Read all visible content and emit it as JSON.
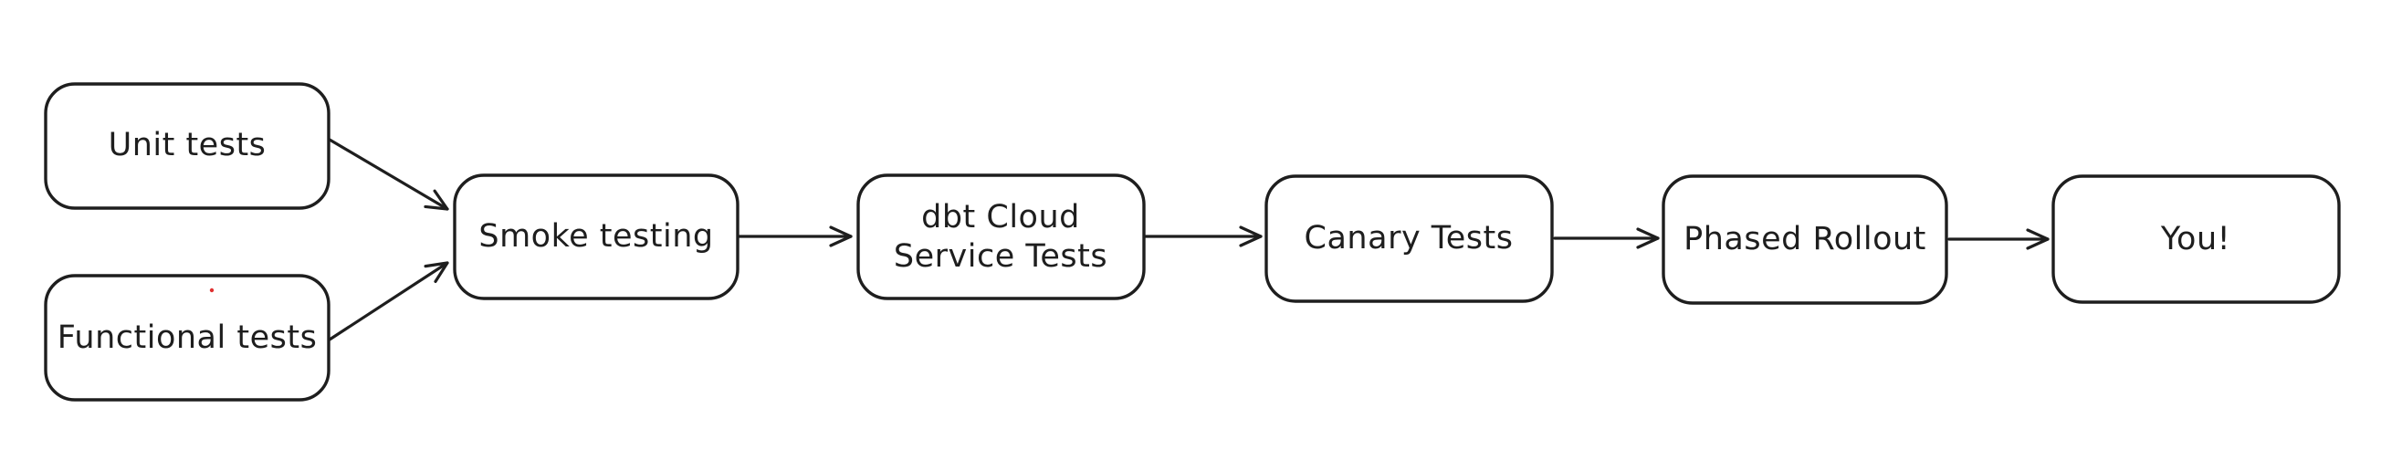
{
  "diagram": {
    "type": "flowchart",
    "background_color": "#ffffff",
    "stroke_color": "#1e1e1e",
    "node_fill_color": "#ffffff",
    "stray_dot": {
      "color": "#e03131"
    },
    "nodes": [
      {
        "id": "unit-tests",
        "label": "Unit tests"
      },
      {
        "id": "functional-tests",
        "label": "Functional tests"
      },
      {
        "id": "smoke-testing",
        "label": "Smoke testing"
      },
      {
        "id": "dbt-cloud-service-tests",
        "label": "dbt Cloud Service Tests",
        "line1": "dbt Cloud",
        "line2": "Service Tests"
      },
      {
        "id": "canary-tests",
        "label": "Canary Tests"
      },
      {
        "id": "phased-rollout",
        "label": "Phased Rollout"
      },
      {
        "id": "you",
        "label": "You!"
      }
    ],
    "edges": [
      {
        "from": "unit-tests",
        "to": "smoke-testing"
      },
      {
        "from": "functional-tests",
        "to": "smoke-testing"
      },
      {
        "from": "smoke-testing",
        "to": "dbt-cloud-service-tests"
      },
      {
        "from": "dbt-cloud-service-tests",
        "to": "canary-tests"
      },
      {
        "from": "canary-tests",
        "to": "phased-rollout"
      },
      {
        "from": "phased-rollout",
        "to": "you"
      }
    ]
  }
}
